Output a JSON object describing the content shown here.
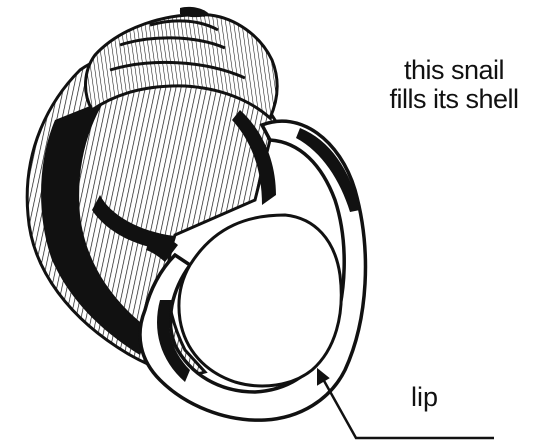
{
  "caption": {
    "line1": "this snail",
    "line2": "fills its shell"
  },
  "labels": {
    "lip": "lip"
  },
  "icons": {
    "shell": "snail-shell-illustration",
    "pointer": "arrow-pointer"
  },
  "colors": {
    "ink": "#111111",
    "paper": "#ffffff"
  }
}
